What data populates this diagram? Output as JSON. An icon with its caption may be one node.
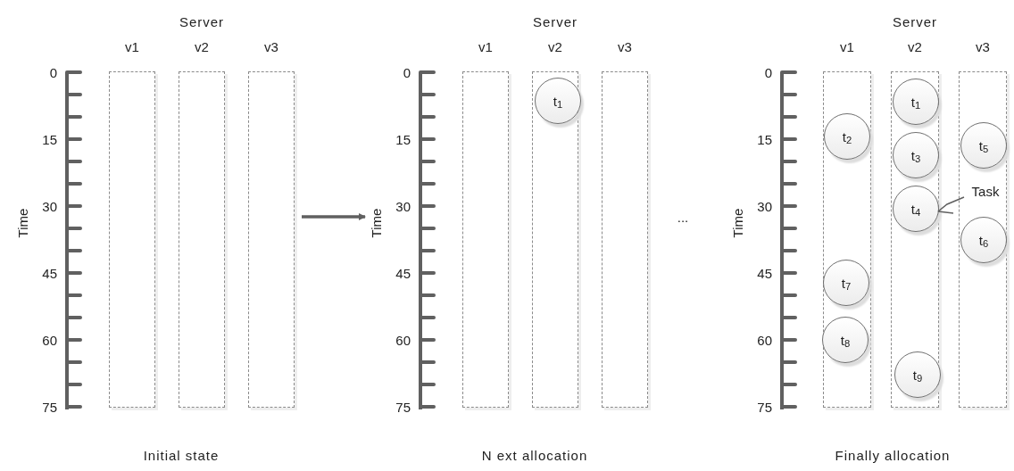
{
  "diagram": {
    "nodes": [
      {
        "text": [],
        "shape": "box"
      },
      {
        "text": [],
        "shape": "box"
      },
      {
        "text": [],
        "shape": "box"
      },
      {
        "text": [],
        "shape": "box"
      },
      {
        "text": [],
        "shape": "box"
      },
      {
        "text": [],
        "shape": "box"
      },
      {
        "text": [
          "t$_{1}$"
        ],
        "in": 4
      },
      {
        "text": [],
        "shape": "box"
      },
      {
        "text": [
          "t$_{2}$"
        ],
        "in": 7
      },
      {
        "text": [
          "t$_{7}$"
        ],
        "in": 7
      },
      {
        "text": [
          "t$_{8}$"
        ],
        "in": 7
      },
      {
        "text": [],
        "shape": "box"
      },
      {
        "text": [
          "t$_{1}$"
        ],
        "in": 11
      },
      {
        "text": [
          "t$_{3}$"
        ],
        "in": 11
      },
      {
        "text": [
          "t$_{4}$"
        ],
        "in": 11
      },
      {
        "text": [
          "t$_{9}$"
        ],
        "in": 11
      },
      {
        "text": [],
        "shape": "box"
      },
      {
        "text": [
          "t$_{5}$"
        ],
        "in": 16
      },
      {
        "text": [
          "t$_{6}$"
        ],
        "in": 16
      },
      {
        "text": [
          "Task"
        ],
        "in": 16
      },
      {
        "text": [
          "Time"
        ]
      }
    ],
    "edges": [
      {
        "from": 2,
        "to": 20,
        "arrow": "to",
        "style": "thick"
      },
      {
        "from": 19,
        "to": 14,
        "arrow": "none"
      }
    ],
    "labels": [
      "Server",
      "v1",
      "v2",
      "v3",
      "0",
      "15",
      "30",
      "45",
      "60",
      "75",
      "Time",
      "Initial state",
      "Server",
      "v1",
      "v2",
      "v3",
      "0",
      "15",
      "30",
      "45",
      "60",
      "75",
      "N ext allocation",
      "...",
      "Server",
      "v1",
      "v2",
      "v3",
      "0",
      "15",
      "30",
      "45",
      "60",
      "75",
      "Time",
      "Finally allocation"
    ]
  }
}
